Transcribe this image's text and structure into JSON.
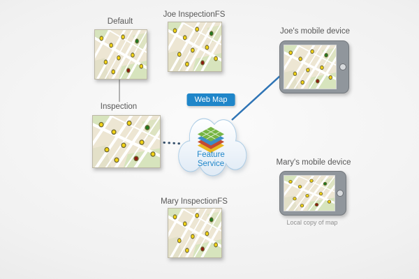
{
  "diagram": {
    "versions": [
      {
        "label": "Default"
      },
      {
        "label": "Joe InspectionFS"
      },
      {
        "label": "Inspection"
      },
      {
        "label": "Mary InspectionFS"
      }
    ],
    "cloud": {
      "badge": "Web Map",
      "service": "Feature Service"
    },
    "devices": [
      {
        "label": "Joe's mobile device"
      },
      {
        "label": "Mary's mobile device",
        "caption": "Local copy of map"
      }
    ],
    "colors": {
      "badge_blue": "#1f86c9",
      "service_text_blue": "#1f86c9",
      "connector_blue": "#2e74b5",
      "connector_gray": "#9b9b9b",
      "connector_dotted_navy": "#35506b",
      "label_gray": "#575757",
      "caption_gray": "#8f8f8f",
      "map_dot_yellow": "#f2d214",
      "map_dot_red": "#8e1d12",
      "map_dot_green": "#217a21"
    },
    "icons": [
      "cloud-icon",
      "map-layers-icon",
      "web-map-badge",
      "home-button-icon"
    ]
  }
}
